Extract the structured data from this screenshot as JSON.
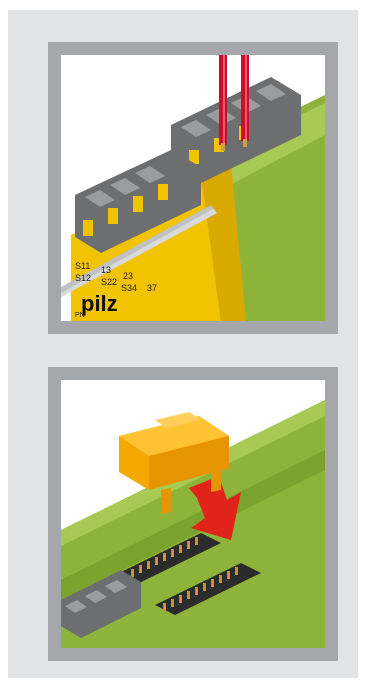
{
  "illustration_top": {
    "brand_logo": "pilz",
    "terminal_labels": [
      "S11",
      "S12",
      "13",
      "S22",
      "23",
      "S34",
      "37",
      "PN"
    ]
  },
  "illustration_bottom": {}
}
